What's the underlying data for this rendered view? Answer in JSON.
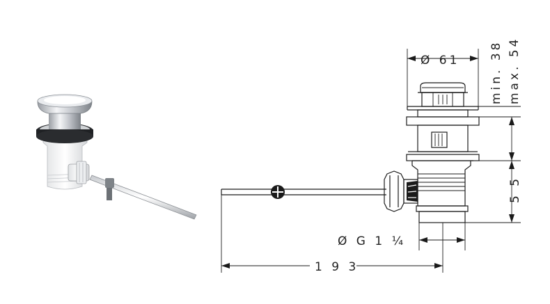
{
  "dimensions": {
    "top_diameter": "Ø 61",
    "height_min": "min. 38",
    "height_max": "max. 54",
    "lower_height": "5 5",
    "thread": "Ø G 1 ¼",
    "rod_length": "1 9 3"
  }
}
